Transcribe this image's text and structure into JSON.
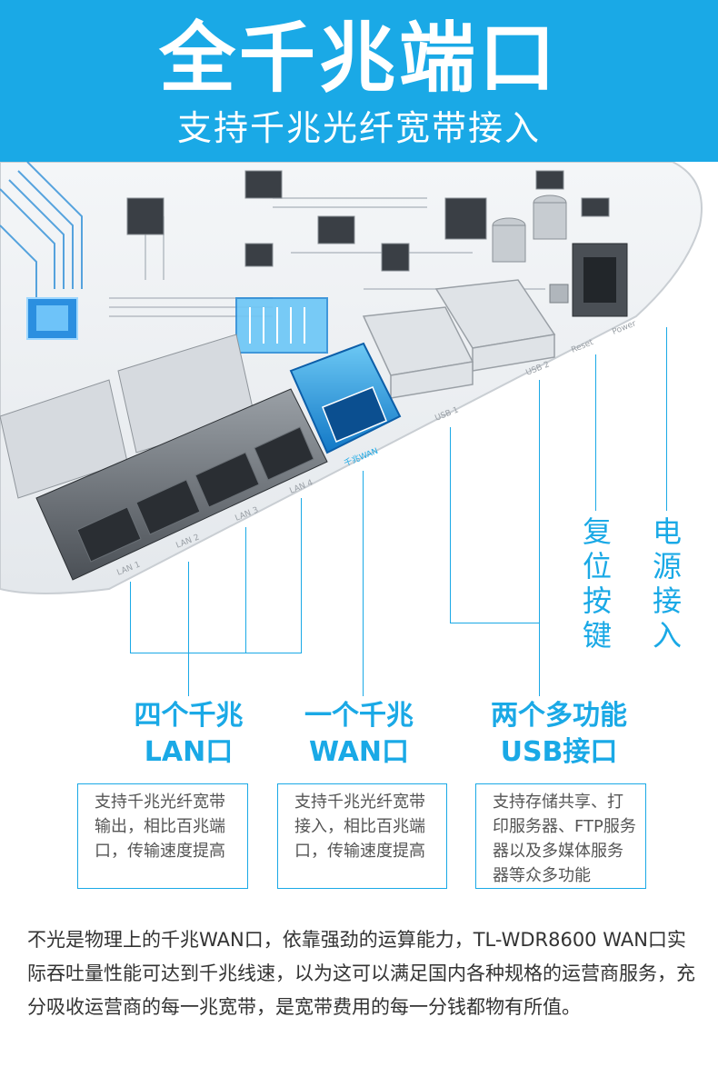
{
  "header": {
    "title": "全千兆端口",
    "subtitle": "支持千兆光纤宽带接入",
    "bg_color": "#1aa9e6"
  },
  "board": {
    "port_labels": [
      "LAN 1",
      "LAN 2",
      "LAN 3",
      "LAN 4",
      "千兆WAN",
      "USB 1",
      "USB 2",
      "Reset",
      "Power"
    ]
  },
  "callouts": {
    "reset": [
      "复",
      "位",
      "按",
      "键"
    ],
    "power": [
      "电",
      "源",
      "接",
      "入"
    ]
  },
  "features": [
    {
      "title_line1": "四个千兆",
      "title_line2": "LAN口",
      "desc": "支持千兆光纤宽带输出，相比百兆端口，传输速度提高"
    },
    {
      "title_line1": "一个千兆",
      "title_line2": "WAN口",
      "desc": "支持千兆光纤宽带接入，相比百兆端口，传输速度提高"
    },
    {
      "title_line1": "两个多功能",
      "title_line2": "USB接口",
      "desc": "支持存储共享、打印服务器、FTP服务器以及多媒体服务器等众多功能"
    }
  ],
  "paragraph": "不光是物理上的千兆WAN口，依靠强劲的运算能力，TL-WDR8600 WAN口实际吞吐量性能可达到千兆线速，以为这可以满足国内各种规格的运营商服务，充分吸收运营商的每一兆宽带，是宽带费用的每一分钱都物有所值。",
  "accent_color": "#1aa9e6"
}
